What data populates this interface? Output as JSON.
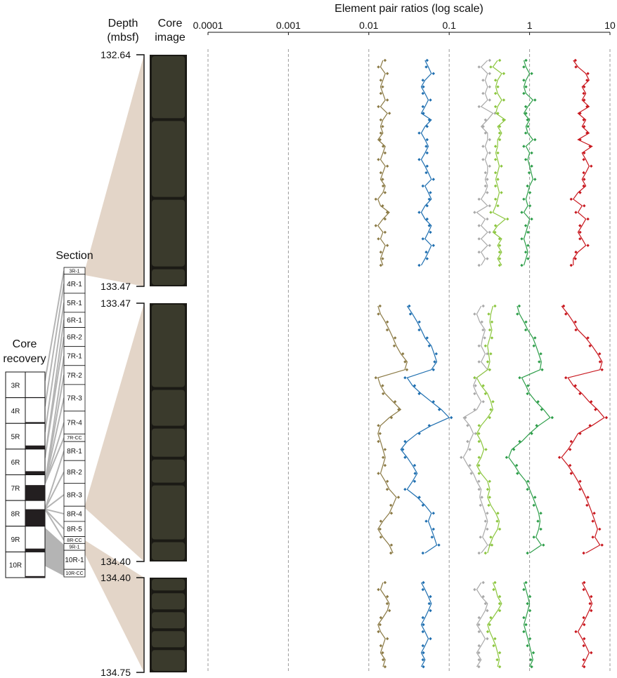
{
  "header": {
    "depth_label_line1": "Depth",
    "depth_label_line2": "(mbsf)",
    "core_image_line1": "Core",
    "core_image_line2": "image",
    "section_label": "Section",
    "core_recovery_line1": "Core",
    "core_recovery_line2": "recovery"
  },
  "core_recovery": {
    "cores": [
      {
        "label": "3R",
        "recovery": 0.98
      },
      {
        "label": "4R",
        "recovery": 0.95
      },
      {
        "label": "5R",
        "recovery": 0.86
      },
      {
        "label": "6R",
        "recovery": 0.86
      },
      {
        "label": "7R",
        "recovery": 0.4
      },
      {
        "label": "8R",
        "recovery": 0.34
      },
      {
        "label": "9R",
        "recovery": 0.87
      },
      {
        "label": "10R",
        "recovery": 0.94
      }
    ]
  },
  "sections": [
    {
      "label": "3R-1",
      "size": 0.45,
      "small": true
    },
    {
      "label": "4R-1",
      "size": 1.25,
      "small": false
    },
    {
      "label": "5R-1",
      "size": 1.25,
      "small": false
    },
    {
      "label": "6R-1",
      "size": 1.0,
      "small": false
    },
    {
      "label": "6R-2",
      "size": 1.25,
      "small": false
    },
    {
      "label": "7R-1",
      "size": 1.25,
      "small": false
    },
    {
      "label": "7R-2",
      "size": 1.25,
      "small": false
    },
    {
      "label": "7R-3",
      "size": 1.75,
      "small": false
    },
    {
      "label": "7R-4",
      "size": 1.5,
      "small": false
    },
    {
      "label": "7R-CC",
      "size": 0.5,
      "small": true
    },
    {
      "label": "8R-1",
      "size": 1.25,
      "small": false
    },
    {
      "label": "8R-2",
      "size": 1.5,
      "small": false
    },
    {
      "label": "8R-3",
      "size": 1.5,
      "small": false
    },
    {
      "label": "8R-4",
      "size": 1.0,
      "small": false
    },
    {
      "label": "8R-5",
      "size": 1.0,
      "small": false
    },
    {
      "label": "8R-CC",
      "size": 0.45,
      "small": true
    },
    {
      "label": "9R-1",
      "size": 0.45,
      "small": true
    },
    {
      "label": "10R-1",
      "size": 1.25,
      "small": false
    },
    {
      "label": "10R-CC",
      "size": 0.5,
      "small": true
    }
  ],
  "depth_intervals": [
    {
      "top": "132.64",
      "bottom": "133.47"
    },
    {
      "top": "133.47",
      "bottom": "134.40"
    },
    {
      "top": "134.40",
      "bottom": "134.75"
    }
  ],
  "colors": {
    "series": [
      "#8b7a45",
      "#1f6fb0",
      "#a9a9a9",
      "#8cc63f",
      "#2e9e4a",
      "#c8161d"
    ],
    "wedge": "#e3d5c8",
    "section_link": "#b4b4b4",
    "core_image": "#3a3a2c"
  },
  "chart_data": {
    "type": "line",
    "title": "Element pair ratios (log scale)",
    "xlabel": "Element pair ratios (log scale)",
    "ylabel": "Depth (mbsf)",
    "x_scale": "log",
    "xlim": [
      0.0001,
      10
    ],
    "x_ticks": [
      "0.0001",
      "0.001",
      "0.01",
      "0.1",
      "1",
      "10"
    ],
    "grid": "vertical dashed at decades",
    "panels": [
      {
        "depth_range": [
          132.64,
          133.47
        ],
        "series": [
          {
            "values": [
              0.015,
              0.014,
              0.016,
              0.015,
              0.014,
              0.015,
              0.016,
              0.014,
              0.017,
              0.015,
              0.014,
              0.015,
              0.013,
              0.016,
              0.015,
              0.014,
              0.016,
              0.015,
              0.014,
              0.016,
              0.015,
              0.013,
              0.014,
              0.018,
              0.015,
              0.013,
              0.015,
              0.014,
              0.016,
              0.015,
              0.014,
              0.015
            ]
          },
          {
            "values": [
              0.05,
              0.055,
              0.06,
              0.05,
              0.045,
              0.05,
              0.055,
              0.05,
              0.045,
              0.06,
              0.05,
              0.045,
              0.05,
              0.055,
              0.05,
              0.045,
              0.05,
              0.055,
              0.06,
              0.05,
              0.055,
              0.06,
              0.05,
              0.045,
              0.05,
              0.06,
              0.055,
              0.05,
              0.06,
              0.055,
              0.05,
              0.045
            ]
          },
          {
            "values": [
              0.3,
              0.25,
              0.3,
              0.28,
              0.3,
              0.28,
              0.3,
              0.25,
              0.35,
              0.3,
              0.25,
              0.3,
              0.3,
              0.28,
              0.3,
              0.28,
              0.3,
              0.3,
              0.28,
              0.3,
              0.28,
              0.25,
              0.3,
              0.22,
              0.28,
              0.25,
              0.3,
              0.25,
              0.3,
              0.25,
              0.28,
              0.25
            ]
          },
          {
            "values": [
              0.4,
              0.35,
              0.45,
              0.4,
              0.38,
              0.4,
              0.45,
              0.4,
              0.38,
              0.5,
              0.4,
              0.45,
              0.4,
              0.4,
              0.38,
              0.4,
              0.42,
              0.4,
              0.38,
              0.4,
              0.42,
              0.4,
              0.38,
              0.35,
              0.5,
              0.4,
              0.35,
              0.45,
              0.4,
              0.45,
              0.4,
              0.45
            ]
          },
          {
            "values": [
              0.85,
              0.9,
              1.0,
              0.9,
              0.85,
              0.9,
              1.1,
              0.95,
              0.85,
              1.0,
              0.9,
              0.95,
              1.1,
              0.9,
              1.0,
              0.95,
              1.0,
              1.05,
              1.1,
              1.0,
              0.95,
              0.9,
              0.95,
              0.85,
              1.0,
              0.95,
              0.9,
              0.85,
              0.9,
              0.95,
              0.9,
              0.85
            ]
          },
          {
            "values": [
              3.5,
              4.0,
              5.0,
              5.5,
              4.5,
              5.0,
              4.5,
              5.5,
              4.0,
              5.0,
              4.5,
              5.5,
              4.0,
              6.0,
              4.5,
              5.0,
              5.5,
              5.0,
              4.5,
              5.0,
              4.0,
              3.5,
              4.5,
              4.0,
              5.0,
              4.5,
              4.0,
              4.5,
              5.0,
              4.0,
              3.5,
              3.5
            ]
          }
        ]
      },
      {
        "depth_range": [
          133.47,
          134.4
        ],
        "series": [
          {
            "values": [
              0.013,
              0.014,
              0.016,
              0.018,
              0.02,
              0.022,
              0.025,
              0.03,
              0.028,
              0.013,
              0.014,
              0.016,
              0.02,
              0.025,
              0.018,
              0.014,
              0.013,
              0.014,
              0.015,
              0.016,
              0.015,
              0.014,
              0.016,
              0.018,
              0.022,
              0.02,
              0.018,
              0.015,
              0.013,
              0.015,
              0.018,
              0.02
            ]
          },
          {
            "values": [
              0.03,
              0.035,
              0.04,
              0.045,
              0.05,
              0.06,
              0.065,
              0.07,
              0.06,
              0.03,
              0.035,
              0.045,
              0.06,
              0.08,
              0.1,
              0.06,
              0.04,
              0.03,
              0.025,
              0.03,
              0.035,
              0.04,
              0.035,
              0.03,
              0.04,
              0.05,
              0.06,
              0.055,
              0.06,
              0.065,
              0.07,
              0.05
            ]
          },
          {
            "values": [
              0.25,
              0.22,
              0.24,
              0.28,
              0.26,
              0.25,
              0.28,
              0.25,
              0.3,
              0.22,
              0.2,
              0.22,
              0.25,
              0.22,
              0.15,
              0.18,
              0.2,
              0.18,
              0.17,
              0.15,
              0.17,
              0.2,
              0.22,
              0.25,
              0.24,
              0.26,
              0.28,
              0.3,
              0.28,
              0.26,
              0.3,
              0.25
            ]
          },
          {
            "values": [
              0.35,
              0.33,
              0.32,
              0.34,
              0.32,
              0.3,
              0.31,
              0.32,
              0.3,
              0.22,
              0.25,
              0.3,
              0.33,
              0.35,
              0.3,
              0.25,
              0.22,
              0.25,
              0.27,
              0.25,
              0.22,
              0.25,
              0.3,
              0.32,
              0.3,
              0.33,
              0.38,
              0.42,
              0.4,
              0.35,
              0.32,
              0.3
            ]
          },
          {
            "values": [
              0.7,
              0.75,
              0.85,
              0.95,
              1.1,
              1.2,
              1.3,
              1.4,
              1.35,
              0.8,
              0.9,
              1.0,
              1.2,
              1.5,
              1.8,
              1.3,
              1.0,
              0.8,
              0.6,
              0.55,
              0.65,
              0.75,
              0.9,
              1.0,
              1.1,
              1.2,
              1.3,
              1.35,
              1.3,
              1.2,
              1.4,
              1.0
            ]
          },
          {
            "values": [
              2.5,
              3.0,
              3.5,
              4.0,
              5.0,
              6.0,
              7.0,
              8.0,
              7.5,
              3.0,
              3.5,
              4.5,
              5.5,
              7.0,
              8.5,
              6.0,
              4.0,
              3.5,
              3.0,
              2.5,
              3.0,
              3.5,
              4.0,
              4.5,
              5.0,
              5.5,
              6.0,
              6.5,
              7.0,
              6.5,
              7.5,
              5.0
            ]
          }
        ]
      },
      {
        "depth_range": [
          134.4,
          134.75
        ],
        "series": [
          {
            "values": [
              0.015,
              0.014,
              0.016,
              0.018,
              0.017,
              0.015,
              0.013,
              0.014,
              0.016,
              0.015,
              0.014,
              0.016,
              0.015
            ]
          },
          {
            "values": [
              0.045,
              0.05,
              0.055,
              0.06,
              0.055,
              0.05,
              0.045,
              0.05,
              0.055,
              0.05,
              0.045,
              0.05,
              0.045
            ]
          },
          {
            "values": [
              0.25,
              0.22,
              0.25,
              0.3,
              0.28,
              0.25,
              0.22,
              0.25,
              0.28,
              0.25,
              0.22,
              0.25,
              0.22
            ]
          },
          {
            "values": [
              0.35,
              0.38,
              0.4,
              0.45,
              0.4,
              0.35,
              0.3,
              0.32,
              0.35,
              0.38,
              0.4,
              0.42,
              0.4
            ]
          },
          {
            "values": [
              0.85,
              0.9,
              0.95,
              1.0,
              0.95,
              0.9,
              0.85,
              0.9,
              0.95,
              1.0,
              1.05,
              1.1,
              1.0
            ]
          },
          {
            "values": [
              4.5,
              5.0,
              5.5,
              6.0,
              5.5,
              5.0,
              4.5,
              4.0,
              4.5,
              5.0,
              5.5,
              5.0,
              4.5
            ]
          }
        ]
      }
    ]
  }
}
